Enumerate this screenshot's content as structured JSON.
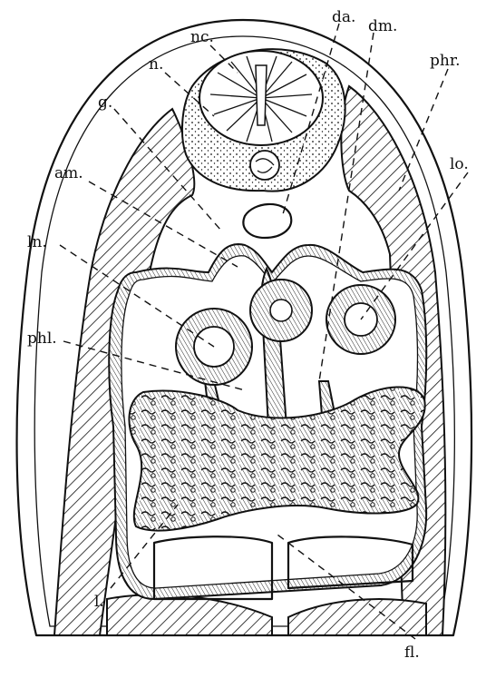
{
  "figure": {
    "labels": {
      "nc": "nc.",
      "n": "n.",
      "g": "g.",
      "am": "am.",
      "ln": "ln.",
      "phl": "phl.",
      "da": "da.",
      "dm": "dm.",
      "phr": "phr.",
      "lo": "lo.",
      "l": "l.",
      "fl": "fl."
    }
  }
}
